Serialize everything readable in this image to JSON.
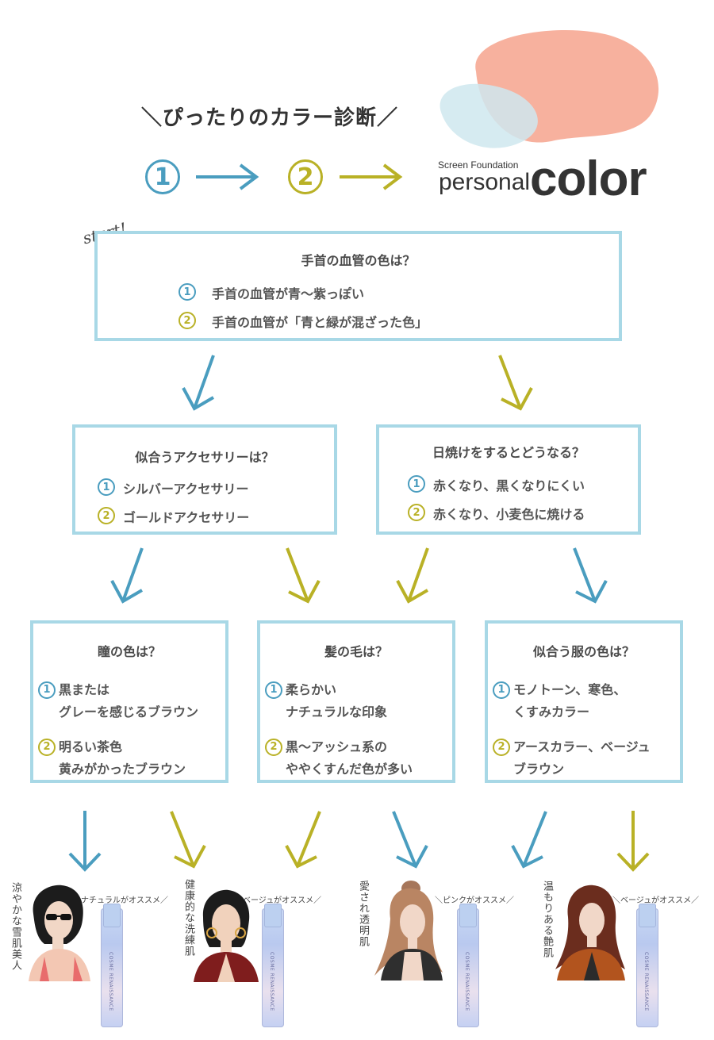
{
  "header": {
    "title": "＼ぴったりのカラー診断／",
    "step1": "1",
    "step2": "2"
  },
  "brand": {
    "sub": "Screen Foundation",
    "personal": "personal",
    "color": "color"
  },
  "start_label": "start!",
  "q1": {
    "title": "手首の血管の色は？",
    "opt1": "手首の血管が青〜紫っぽい",
    "opt2": "手首の血管が「青と緑が混ざった色」"
  },
  "q2a": {
    "title": "似合うアクセサリーは？",
    "opt1": "シルバーアクセサリー",
    "opt2": "ゴールドアクセサリー"
  },
  "q2b": {
    "title": "日焼けをするとどうなる？",
    "opt1": "赤くなり、黒くなりにくい",
    "opt2": "赤くなり、小麦色に焼ける"
  },
  "q3a": {
    "title": "瞳の色は？",
    "opt1_line1": "黒または",
    "opt1_line2": "グレーを感じるブラウン",
    "opt2_line1": "明るい茶色",
    "opt2_line2": "黄みがかったブラウン"
  },
  "q3b": {
    "title": "髪の毛は？",
    "opt1_line1": "柔らかい",
    "opt1_line2": "ナチュラルな印象",
    "opt2_line1": "黒〜アッシュ系の",
    "opt2_line2": "ややくすんだ色が多い"
  },
  "q3c": {
    "title": "似合う服の色は？",
    "opt1_line1": "モノトーン、寒色、",
    "opt1_line2": "くすみカラー",
    "opt2_line1": "アースカラー、ベージュ",
    "opt2_line2": "ブラウン"
  },
  "results": [
    {
      "label": "涼やかな雪肌美人",
      "tag": "＼ナチュラルがオススメ／"
    },
    {
      "label": "健康的な洗練肌",
      "tag": "＼ベージュがオススメ／"
    },
    {
      "label": "愛され透明肌",
      "tag": "＼ピンクがオススメ／"
    },
    {
      "label": "温もりある艶肌",
      "tag": "＼ベージュがオススメ／"
    }
  ],
  "bottle_brand": "COSME RENAISSANCE",
  "colors": {
    "blue": "#4a9dbf",
    "yellow": "#b9b126",
    "box_border": "#a8d8e6",
    "blob_salmon": "#f6a994",
    "blob_lightblue": "#cfe8ee"
  },
  "icons": [
    "arrow-right-icon",
    "arrow-down-icon",
    "circled-1-icon",
    "circled-2-icon"
  ]
}
